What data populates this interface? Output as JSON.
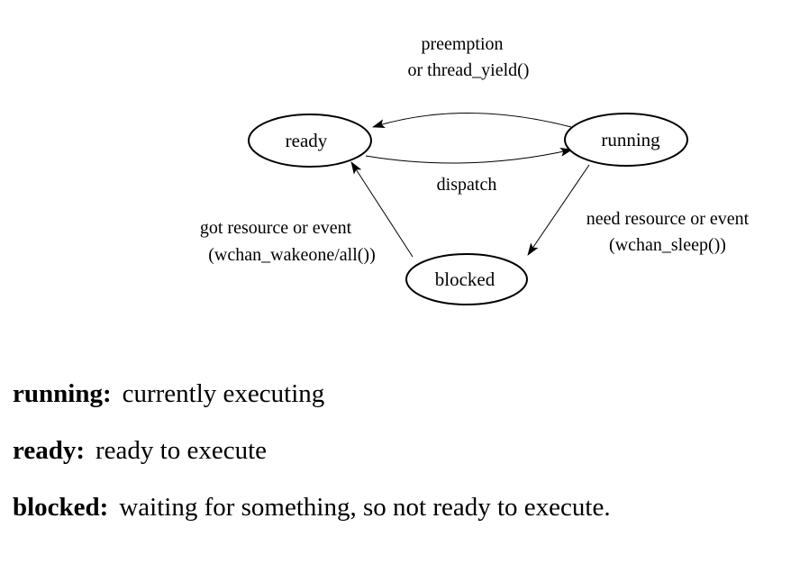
{
  "diagram": {
    "states": {
      "ready": "ready",
      "running": "running",
      "blocked": "blocked"
    },
    "transitions": {
      "preempt_line1": "preemption",
      "preempt_line2": "or thread_yield()",
      "dispatch": "dispatch",
      "sleep_line1": "need resource or event",
      "sleep_line2": "(wchan_sleep())",
      "wake_line1": "got resource or event",
      "wake_line2": "(wchan_wakeone/all())"
    }
  },
  "definitions": [
    {
      "term": "running:",
      "desc": "currently executing"
    },
    {
      "term": "ready:",
      "desc": "ready to execute"
    },
    {
      "term": "blocked:",
      "desc": "waiting for something, so not ready to execute."
    }
  ]
}
